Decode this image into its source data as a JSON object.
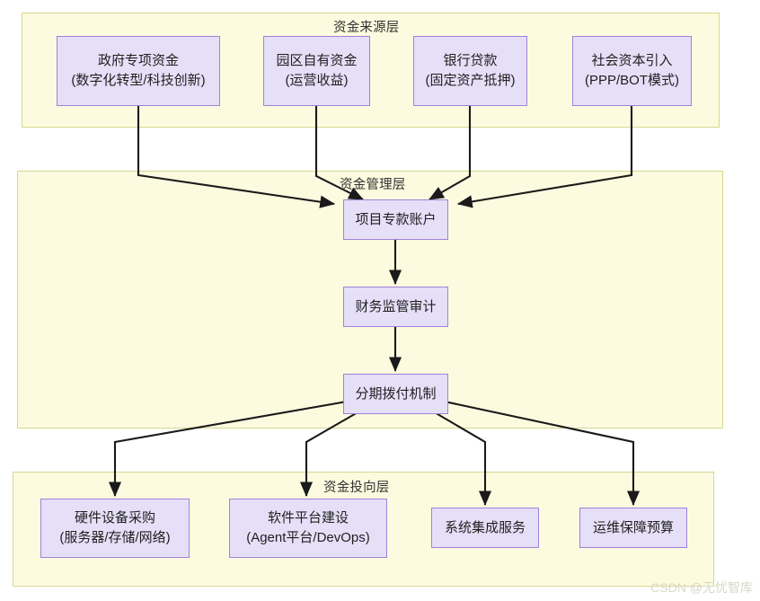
{
  "diagram": {
    "type": "flowchart",
    "title": "",
    "layers": [
      {
        "id": "source",
        "label": "资金来源层",
        "nodes": [
          {
            "id": "gov-fund",
            "line1": "政府专项资金",
            "line2": "(数字化转型/科技创新)"
          },
          {
            "id": "park-fund",
            "line1": "园区自有资金",
            "line2": "(运营收益)"
          },
          {
            "id": "bank-loan",
            "line1": "银行贷款",
            "line2": "(固定资产抵押)"
          },
          {
            "id": "social-cap",
            "line1": "社会资本引入",
            "line2": "(PPP/BOT模式)"
          }
        ]
      },
      {
        "id": "management",
        "label": "资金管理层",
        "nodes": [
          {
            "id": "special-account",
            "line1": "项目专款账户",
            "line2": ""
          },
          {
            "id": "finance-audit",
            "line1": "财务监管审计",
            "line2": ""
          },
          {
            "id": "staged-payment",
            "line1": "分期拨付机制",
            "line2": ""
          }
        ]
      },
      {
        "id": "allocation",
        "label": "资金投向层",
        "nodes": [
          {
            "id": "hardware",
            "line1": "硬件设备采购",
            "line2": "(服务器/存储/网络)"
          },
          {
            "id": "software",
            "line1": "软件平台建设",
            "line2": "(Agent平台/DevOps)"
          },
          {
            "id": "integration",
            "line1": "系统集成服务",
            "line2": ""
          },
          {
            "id": "ops-budget",
            "line1": "运维保障预算",
            "line2": ""
          }
        ]
      }
    ],
    "edges": [
      {
        "from": "gov-fund",
        "to": "special-account"
      },
      {
        "from": "park-fund",
        "to": "special-account"
      },
      {
        "from": "bank-loan",
        "to": "special-account"
      },
      {
        "from": "social-cap",
        "to": "special-account"
      },
      {
        "from": "special-account",
        "to": "finance-audit"
      },
      {
        "from": "finance-audit",
        "to": "staged-payment"
      },
      {
        "from": "staged-payment",
        "to": "hardware"
      },
      {
        "from": "staged-payment",
        "to": "software"
      },
      {
        "from": "staged-payment",
        "to": "integration"
      },
      {
        "from": "staged-payment",
        "to": "ops-budget"
      }
    ]
  },
  "colors": {
    "layer_fill": "#fdfbdf",
    "layer_border": "#d6d68f",
    "node_fill": "#e6dff8",
    "node_border": "#9f82d6",
    "edge": "#1a1a1a",
    "text": "#1f1f1f",
    "watermark": "#d8d8c8"
  },
  "watermark": {
    "text": "CSDN @无忧智库"
  }
}
